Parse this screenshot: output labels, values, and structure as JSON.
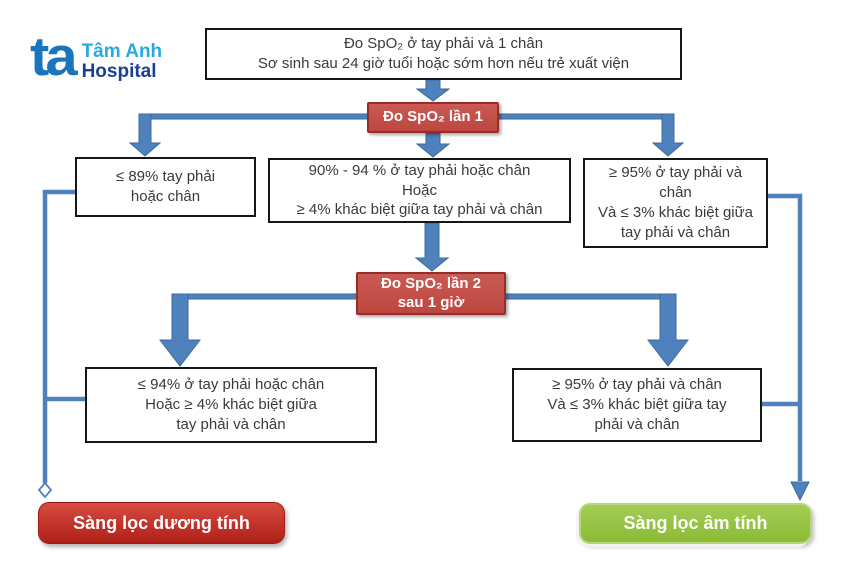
{
  "logo": {
    "monogram": "ta",
    "line1": "Tâm Anh",
    "line2": "Hospital"
  },
  "flowchart": {
    "start": {
      "text": "Đo SpO₂ ở tay phải và 1 chân\nSơ sinh sau 24 giờ tuổi hoặc sớm hơn nếu trẻ xuất viện"
    },
    "step1": {
      "text": "Đo SpO₂ lần 1"
    },
    "branch1_low": {
      "text": "≤ 89% tay phải\nhoặc chân"
    },
    "branch1_mid": {
      "text": "90% - 94 % ở tay phải hoặc chân\nHoặc\n≥ 4% khác biệt giữa tay phải và chân"
    },
    "branch1_high": {
      "text": "≥ 95% ở tay phải và\nchân\nVà ≤ 3% khác biệt giữa\ntay phải và chân"
    },
    "step2": {
      "text": "Đo SpO₂ lần 2\nsau 1 giờ"
    },
    "branch2_low": {
      "text": "≤ 94% ở tay phải hoặc chân\nHoặc ≥ 4% khác biệt giữa\ntay phải và chân"
    },
    "branch2_high": {
      "text": "≥ 95% ở tay phải và chân\nVà ≤ 3% khác biệt giữa tay\nphải và chân"
    },
    "outcome_positive": {
      "text": "Sàng lọc dương tính"
    },
    "outcome_negative": {
      "text": "Sàng lọc âm tính"
    }
  },
  "colors": {
    "arrow_blue": "#4f81bd",
    "arrow_blue_dark": "#3a6a9e",
    "step_fill": "#c3504b",
    "step_border": "#952e26",
    "positive_red": "#c52a21",
    "negative_green": "#8fbe3d",
    "box_border": "#161616",
    "box_text": "#3a3a3a",
    "logo_blue": "#1a75bc",
    "logo_light_blue": "#2aa9e0",
    "logo_navy": "#18409a"
  }
}
